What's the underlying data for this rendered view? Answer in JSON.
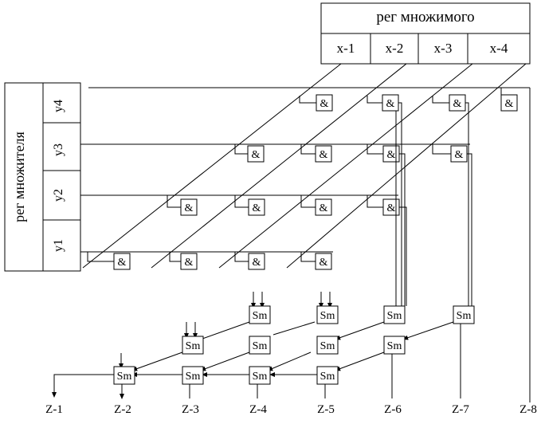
{
  "multiplicand_register": {
    "title": "рег множимого",
    "cells": [
      "x-1",
      "x-2",
      "x-3",
      "x-4"
    ]
  },
  "multiplier_register": {
    "title": "рег множителя",
    "cells": [
      "y4",
      "y3",
      "y2",
      "y1"
    ]
  },
  "and_gate_label": "&",
  "adder_label": "Sm",
  "outputs": [
    "Z-1",
    "Z-2",
    "Z-3",
    "Z-4",
    "Z-5",
    "Z-6",
    "Z-7",
    "Z-8"
  ]
}
